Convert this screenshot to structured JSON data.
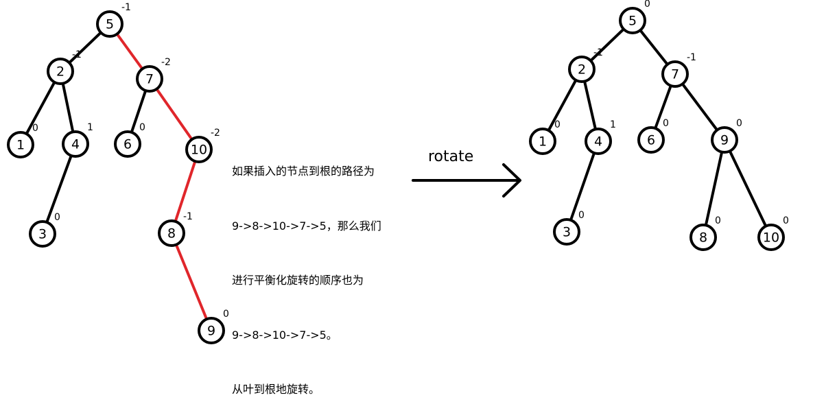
{
  "caption": {
    "lines": [
      "如果插入的节点到根的路径为",
      "9->8->10->7->5，那么我们",
      "进行平衡化旋转的顺序也为",
      "9->8->10->7->5。",
      "从叶到根地旋转。"
    ]
  },
  "arrow": {
    "label": "rotate"
  },
  "colors": {
    "edge": "#000000",
    "path_edge": "#e0262b",
    "node_fill": "#ffffff",
    "node_stroke": "#000000"
  },
  "trees": [
    {
      "id": "before",
      "nodes": [
        {
          "id": "5",
          "label": "5",
          "bf": "-1"
        },
        {
          "id": "2",
          "label": "2",
          "bf": "-1"
        },
        {
          "id": "7",
          "label": "7",
          "bf": "-2"
        },
        {
          "id": "1",
          "label": "1",
          "bf": "0"
        },
        {
          "id": "4",
          "label": "4",
          "bf": "1"
        },
        {
          "id": "6",
          "label": "6",
          "bf": "0"
        },
        {
          "id": "10",
          "label": "10",
          "bf": "-2"
        },
        {
          "id": "3",
          "label": "3",
          "bf": "0"
        },
        {
          "id": "8",
          "label": "8",
          "bf": "-1"
        },
        {
          "id": "9",
          "label": "9",
          "bf": "0"
        }
      ],
      "edges": [
        {
          "from": "5",
          "to": "2",
          "highlight": false
        },
        {
          "from": "5",
          "to": "7",
          "highlight": true
        },
        {
          "from": "2",
          "to": "1",
          "highlight": false
        },
        {
          "from": "2",
          "to": "4",
          "highlight": false
        },
        {
          "from": "7",
          "to": "6",
          "highlight": false
        },
        {
          "from": "7",
          "to": "10",
          "highlight": true
        },
        {
          "from": "4",
          "to": "3",
          "highlight": false
        },
        {
          "from": "10",
          "to": "8",
          "highlight": true
        },
        {
          "from": "8",
          "to": "9",
          "highlight": true
        }
      ]
    },
    {
      "id": "after",
      "nodes": [
        {
          "id": "5",
          "label": "5",
          "bf": "0"
        },
        {
          "id": "2",
          "label": "2",
          "bf": "-1"
        },
        {
          "id": "7",
          "label": "7",
          "bf": "-1"
        },
        {
          "id": "1",
          "label": "1",
          "bf": "0"
        },
        {
          "id": "4",
          "label": "4",
          "bf": "1"
        },
        {
          "id": "6",
          "label": "6",
          "bf": "0"
        },
        {
          "id": "9",
          "label": "9",
          "bf": "0"
        },
        {
          "id": "3",
          "label": "3",
          "bf": "0"
        },
        {
          "id": "8",
          "label": "8",
          "bf": "0"
        },
        {
          "id": "10",
          "label": "10",
          "bf": "0"
        }
      ],
      "edges": [
        {
          "from": "5",
          "to": "2",
          "highlight": false
        },
        {
          "from": "5",
          "to": "7",
          "highlight": false
        },
        {
          "from": "2",
          "to": "1",
          "highlight": false
        },
        {
          "from": "2",
          "to": "4",
          "highlight": false
        },
        {
          "from": "7",
          "to": "6",
          "highlight": false
        },
        {
          "from": "7",
          "to": "9",
          "highlight": false
        },
        {
          "from": "4",
          "to": "3",
          "highlight": false
        },
        {
          "from": "9",
          "to": "8",
          "highlight": false
        },
        {
          "from": "9",
          "to": "10",
          "highlight": false
        }
      ]
    }
  ]
}
